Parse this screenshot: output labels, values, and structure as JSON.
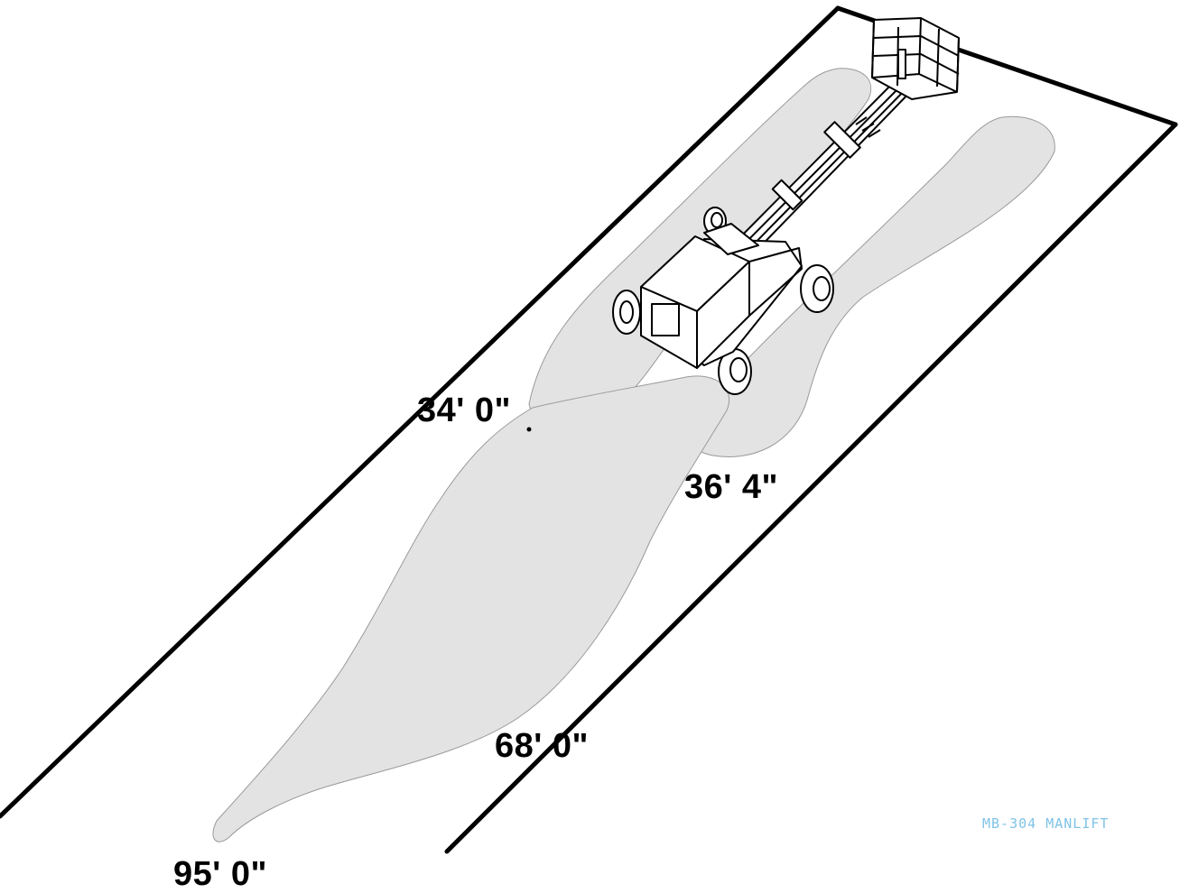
{
  "labels": {
    "d1": "34' 0\"",
    "d2": "36' 4\"",
    "d3": "68' 0\"",
    "d4": "95' 0\""
  },
  "caption": "MB-304 MANLIFT",
  "colors": {
    "lines": "#000000",
    "zone": "#e3e3e3",
    "caption": "#7fc3e8"
  }
}
